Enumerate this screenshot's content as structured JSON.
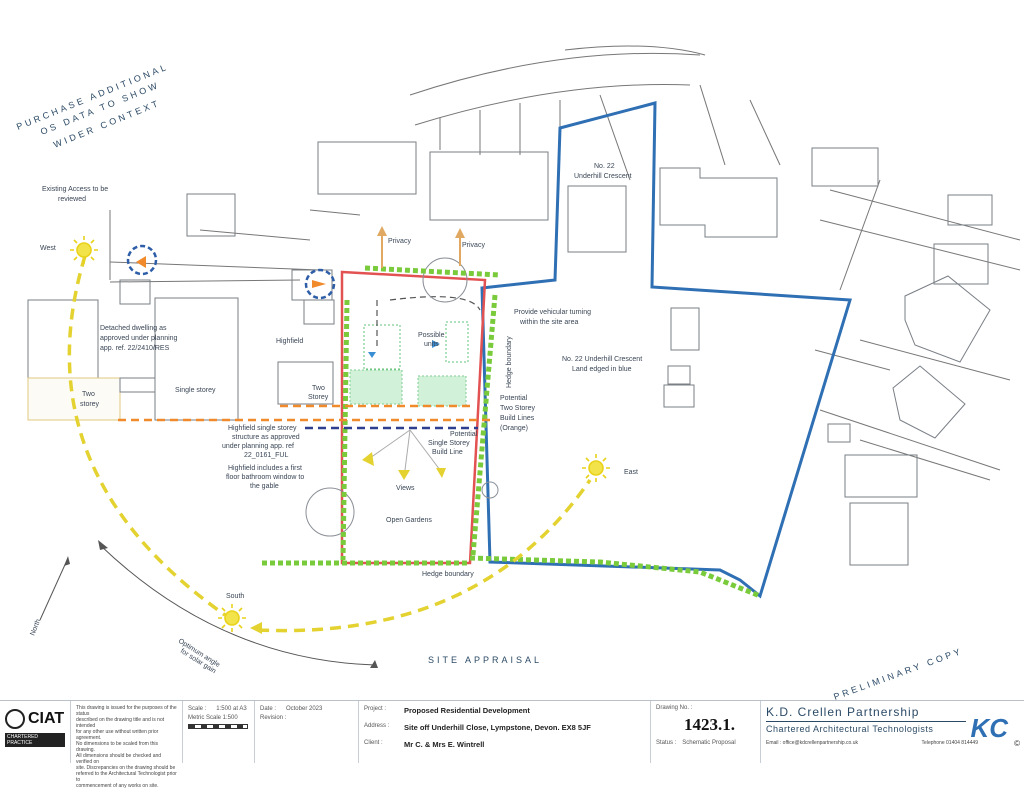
{
  "corner_notes": {
    "purchase": [
      "PURCHASE ADDITIONAL",
      "OS DATA TO SHOW",
      "WIDER CONTEXT"
    ],
    "preliminary": "PRELIMINARY COPY",
    "site_appraisal": "SITE APPRAISAL"
  },
  "labels": {
    "existing_access": [
      "Existing Access to be",
      "reviewed"
    ],
    "west": "West",
    "east": "East",
    "south": "South",
    "north": "North",
    "detached": [
      "Detached dwelling as",
      "approved under planning",
      "app. ref. 22/2410/RES"
    ],
    "highfield": "Highfield",
    "two_storey_left": [
      "Two",
      "storey"
    ],
    "single_storey": "Single storey",
    "two_storey_mid": [
      "Two",
      "Storey"
    ],
    "privacy_1": "Privacy",
    "privacy_2": "Privacy",
    "possible_units": [
      "Possible",
      "units"
    ],
    "no22": [
      "No. 22",
      "Underhill Crescent"
    ],
    "turning": [
      "Provide vehicular turning",
      "within the site area"
    ],
    "no22_land": [
      "No. 22 Underhill Crescent",
      "Land edged in blue"
    ],
    "hedge_right": "Hedge boundary",
    "two_storey_lines": [
      "Potential",
      "Two Storey",
      "Build Lines",
      "(Orange)"
    ],
    "single_storey_line": [
      "Potential",
      "Single Storey",
      "Build Line"
    ],
    "highfield_structure": [
      "Highfield single storey",
      "structure as approved",
      "under planning app. ref",
      "22_0161_FUL"
    ],
    "highfield_window": [
      "Highfield includes a first",
      "floor bathroom window to",
      "the gable"
    ],
    "views": "Views",
    "open_gardens": "Open Gardens",
    "hedge_bottom": "Hedge boundary",
    "optimum": [
      "Optimum angle",
      "for solar gain"
    ]
  },
  "title_block": {
    "ciat_logo": "CIAT",
    "ciat_sub": "CHARTERED PRACTICE",
    "disclaimer": [
      "This drawing is issued for the purposes of the status",
      "described on the drawing title and is not intended",
      "for any other use without written prior agreement.",
      "No dimensions to be scaled from this drawing.",
      "All dimensions should be checked and verified on",
      "site. Discrepancies on the drawing should be",
      "referred to the Architectural Technologist prior to",
      "commencement of any works on site."
    ],
    "scale_key": "Scale :",
    "scale_val": "1:500 at A3",
    "metric_scale": "Metric Scale 1:500",
    "date_key": "Date :",
    "date_val": "October 2023",
    "revision_key": "Revision :",
    "project_key": "Project :",
    "project_val": "Proposed Residential Development",
    "address_key": "Address :",
    "address_val": "Site off Underhill Close, Lympstone, Devon. EX8 5JF",
    "client_key": "Client :",
    "client_val": "Mr C. & Mrs E. Wintrell",
    "drawing_no_key": "Drawing No. :",
    "drawing_no_val": "1423.1.",
    "status_key": "Status :",
    "status_val": "Schematic Proposal",
    "firm": "K.D. Crellen Partnership",
    "firm_sub": "Chartered Architectural Technologists",
    "email": "Email : office@kdcrellenpartnership.co.uk",
    "telephone": "Telephone 01404 814449",
    "kc_logo": "KC",
    "copyright": "©"
  },
  "colors": {
    "red_boundary": "#e35252",
    "blue_boundary": "#2f6fb3",
    "hedge_green": "#7acb3c",
    "orange_line": "#f08a2a",
    "navy_line": "#2e3f8f",
    "sun_yellow": "#e8d21a",
    "arrow_yellow": "#e3d230",
    "outline_grey": "#7a7f86",
    "text_blue": "#2b4a66"
  }
}
